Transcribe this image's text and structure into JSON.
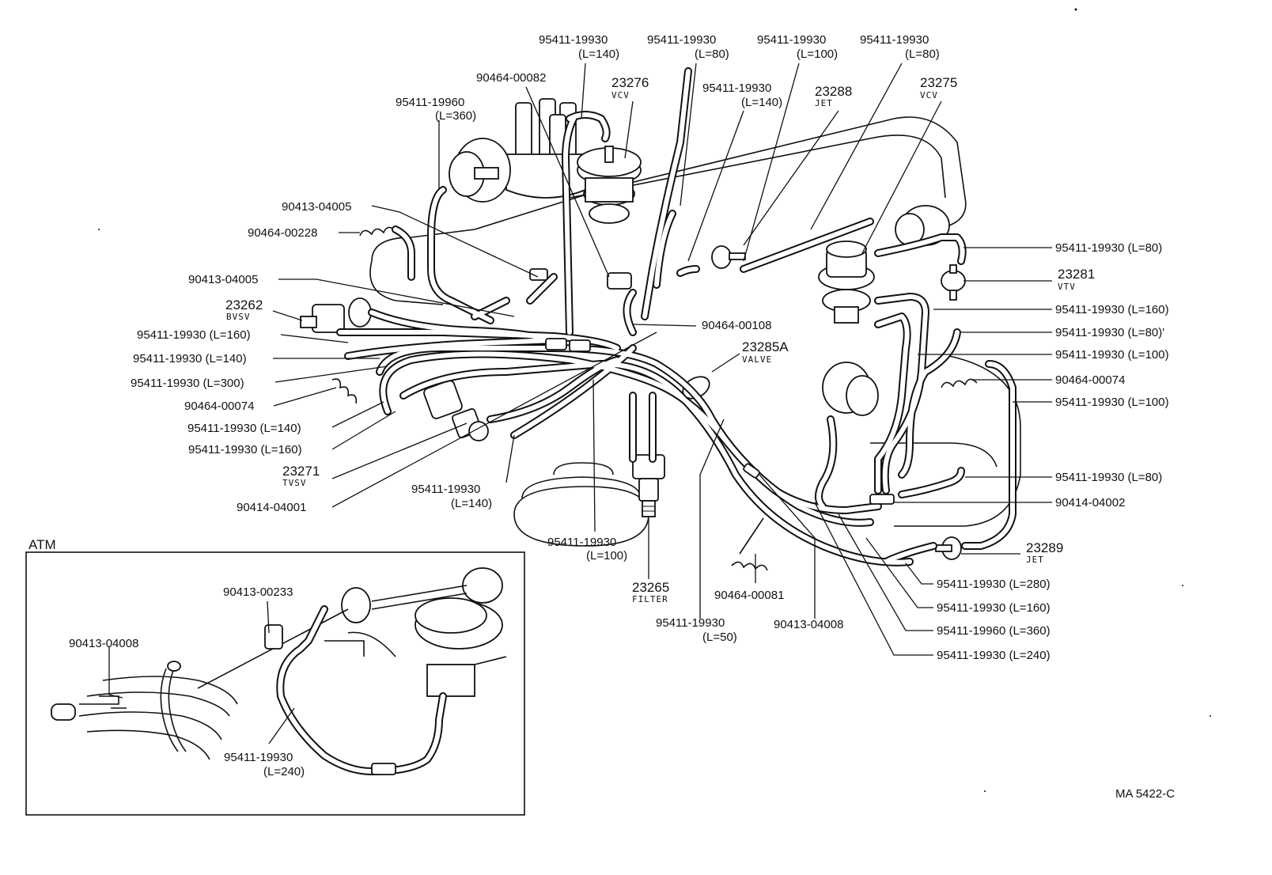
{
  "footer_code": "MA 5422-C",
  "inset_title": "ATM",
  "labels": {
    "c1_p": "95411-19930",
    "c1_l": "(L=140)",
    "c2_p": "95411-19930",
    "c2_l": "(L=80)",
    "c3_p": "95411-19930",
    "c3_l": "(L=100)",
    "c4_p": "95411-19930",
    "c4_l": "(L=80)",
    "t5": "90464-00082",
    "t6_p": "23276",
    "t6_n": "VCV",
    "t7_p": "95411-19930",
    "t7_l": "(L=140)",
    "t8_p": "23288",
    "t8_n": "JET",
    "t9_p": "23275",
    "t9_n": "VCV",
    "t10_p": "95411-19960",
    "t10_l": "(L=360)",
    "l1": "90413-04005",
    "l2": "90464-00228",
    "l3": "90413-04005",
    "l4_p": "23262",
    "l4_n": "BVSV",
    "l5": "95411-19930 (L=160)",
    "l6": "95411-19930 (L=140)",
    "l7": "95411-19930 (L=300)",
    "l8": "90464-00074",
    "l9": "95411-19930 (L=140)",
    "l10": "95411-19930 (L=160)",
    "l11_p": "23271",
    "l11_n": "TVSV",
    "l12": "90414-04001",
    "m1": "90464-00108",
    "m2_p": "23285A",
    "m2_n": "VALVE",
    "m3_p": "95411-19930",
    "m3_l": "(L=140)",
    "m4_p": "95411-19930",
    "m4_l": "(L=100)",
    "m5_p": "23265",
    "m5_n": "FILTER",
    "m6": "90464-00081",
    "m7_p": "95411-19930",
    "m7_l": "(L=50)",
    "m8": "90413-04008",
    "r1": "95411-19930 (L=80)",
    "r2_p": "23281",
    "r2_n": "VTV",
    "r3": "95411-19930 (L=160)",
    "r4": "95411-19930 (L=80)'",
    "r5": "95411-19930 (L=100)",
    "r6": "90464-00074",
    "r7": "95411-19930 (L=100)",
    "r8": "95411-19930 (L=80)",
    "r9": "90414-04002",
    "r10_p": "23289",
    "r10_n": "JET",
    "r11": "95411-19930 (L=280)",
    "r12": "95411-19930 (L=160)",
    "r13": "95411-19960 (L=360)",
    "r14": "95411-19930 (L=240)",
    "a1": "90413-00233",
    "a2": "90413-04008",
    "a3_p": "95411-19930",
    "a3_l": "(L=240)"
  }
}
